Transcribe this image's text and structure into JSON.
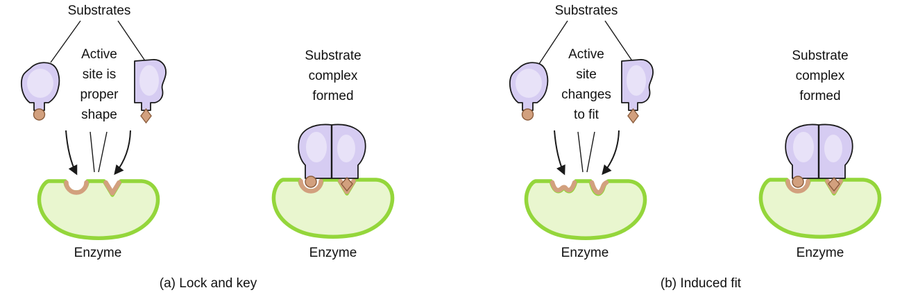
{
  "colors": {
    "enzyme_fill": "#e9f6cf",
    "enzyme_stroke": "#94d63b",
    "active_site": "#d2a07e",
    "substrate_fill": "#d6ccf2",
    "substrate_inner": "#e8e2f8",
    "outline": "#1a1a1a"
  },
  "panels": [
    {
      "id": "lock-and-key",
      "caption": "(a) Lock and key",
      "substrates_label": "Substrates",
      "note_lines": [
        "Active",
        "site is",
        "proper",
        "shape"
      ],
      "enzyme_label": "Enzyme",
      "complex_lines": [
        "Substrate",
        "complex",
        "formed"
      ],
      "complex_enzyme_label": "Enzyme"
    },
    {
      "id": "induced-fit",
      "caption": "(b) Induced fit",
      "substrates_label": "Substrates",
      "note_lines": [
        "Active",
        "site",
        "changes",
        "to fit"
      ],
      "enzyme_label": "Enzyme",
      "complex_lines": [
        "Substrate",
        "complex",
        "formed"
      ],
      "complex_enzyme_label": "Enzyme"
    }
  ]
}
